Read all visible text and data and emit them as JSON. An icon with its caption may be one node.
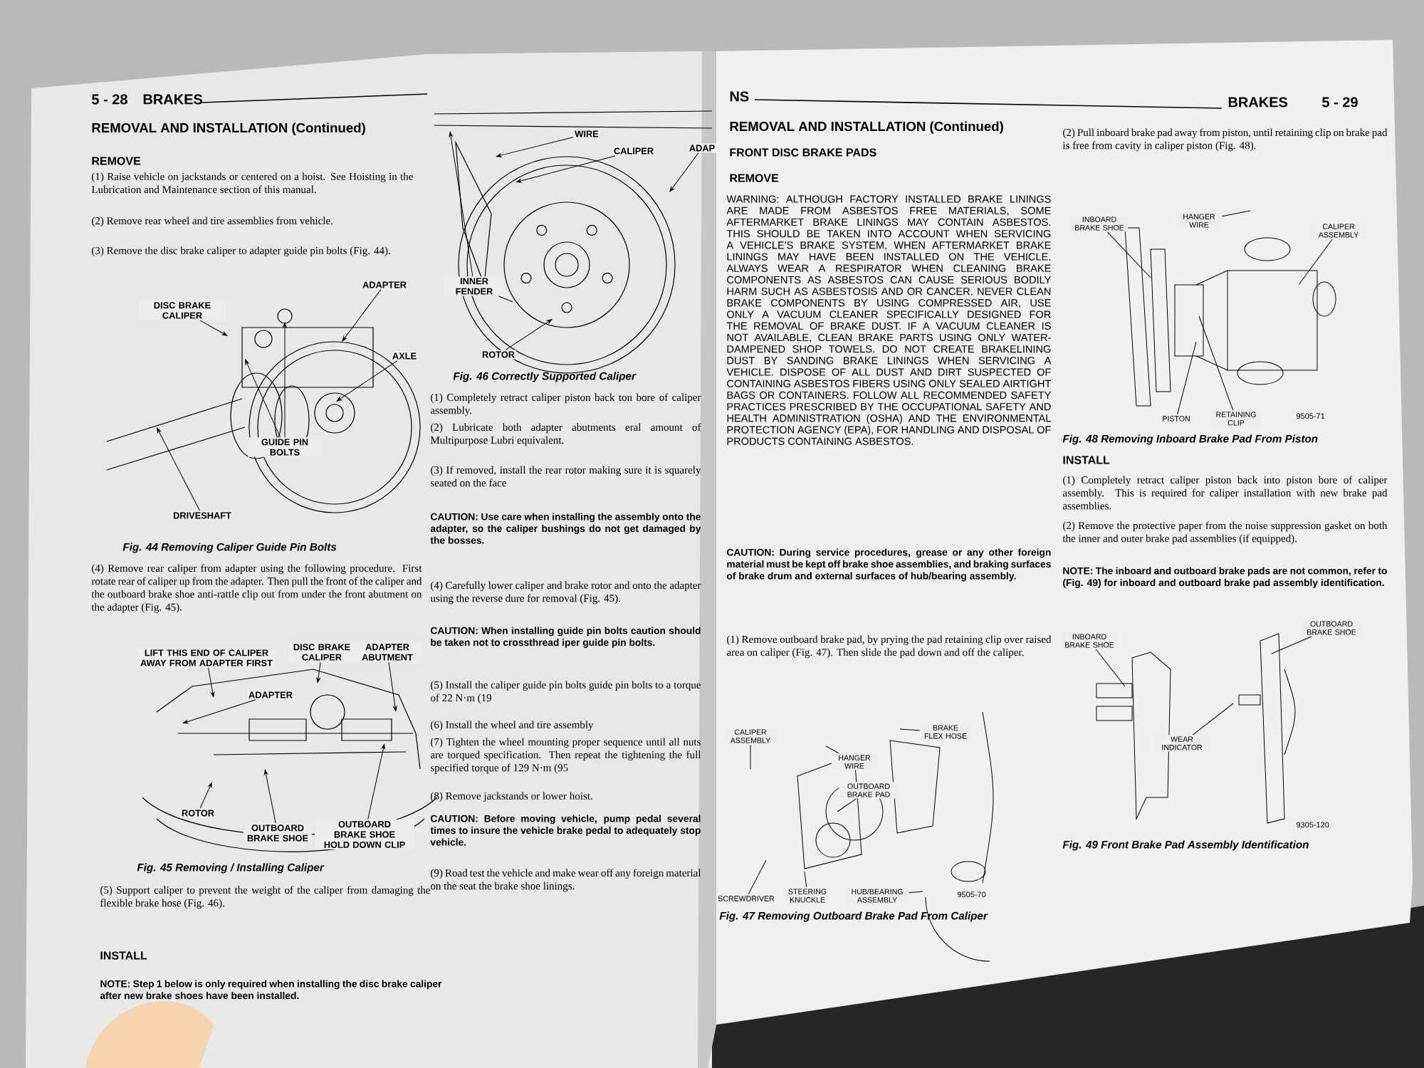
{
  "diagram": {
    "nodes": [
      {
        "text": [
          "DISC BRAKE CALIPER"
        ]
      },
      {
        "text": [
          "ADAPTER"
        ]
      },
      {
        "text": [
          "AXLE"
        ]
      },
      {
        "text": [
          "GUIDE PIN BOLTS"
        ]
      },
      {
        "text": [
          "DRIVESHAFT"
        ]
      },
      {
        "text": [
          "LIFT THIS END OF CALIPER AWAY FROM ADAPTER FIRST"
        ]
      },
      {
        "text": [
          "DISC BRAKE CALIPER"
        ]
      },
      {
        "text": [
          "ADAPTER ABUTMENT"
        ]
      },
      {
        "text": [
          "ADAPTER"
        ]
      },
      {
        "text": [
          "ROTOR"
        ]
      },
      {
        "text": [
          "OUTBOARD BRAKE SHOE"
        ]
      },
      {
        "text": [
          "OUTBOARD BRAKE SHOE HOLD DOWN CLIP"
        ]
      },
      {
        "text": [
          "WIRE"
        ]
      },
      {
        "text": [
          "CALIPER"
        ]
      },
      {
        "text": [
          "ADAP"
        ]
      },
      {
        "text": [
          "INNER FENDER"
        ]
      },
      {
        "text": [
          "ROTOR"
        ]
      },
      {
        "text": [
          "CALIPER ASSEMBLY"
        ]
      },
      {
        "text": [
          "BRAKE FLEX HOSE"
        ]
      },
      {
        "text": [
          "HANGER WIRE"
        ]
      },
      {
        "text": [
          "OUTBOARD BRAKE PAD"
        ]
      },
      {
        "text": [
          "SCREWDRIVER"
        ]
      },
      {
        "text": [
          "STEERING KNUCKLE"
        ]
      },
      {
        "text": [
          "HUB/BEARING ASSEMBLY"
        ]
      },
      {
        "text": [
          "INBOARD BRAKE SHOE"
        ]
      },
      {
        "text": [
          "HANGER WIRE"
        ]
      },
      {
        "text": [
          "CALIPER ASSEMBLY"
        ]
      },
      {
        "text": [
          "PISTON"
        ]
      },
      {
        "text": [
          "RETAINING CLIP"
        ]
      },
      {
        "text": [
          "INBOARD BRAKE SHOE"
        ]
      },
      {
        "text": [
          "OUTBOARD BRAKE SHOE"
        ]
      },
      {
        "text": [
          "WEAR INDICATOR"
        ]
      }
    ],
    "edges": [
      {
        "from": 0,
        "to": null,
        "arrow": "to"
      },
      {
        "from": 1,
        "to": null,
        "arrow": "to"
      },
      {
        "from": 2,
        "to": null,
        "arrow": "to"
      },
      {
        "from": 3,
        "to": null,
        "arrow": "to"
      },
      {
        "from": 3,
        "to": null,
        "arrow": "to"
      },
      {
        "from": 4,
        "to": null,
        "arrow": "to"
      },
      {
        "from": 5,
        "to": null,
        "arrow": "to"
      },
      {
        "from": 6,
        "to": null,
        "arrow": "to"
      },
      {
        "from": 7,
        "to": null,
        "arrow": "to"
      },
      {
        "from": 8,
        "to": null,
        "arrow": "to"
      },
      {
        "from": 9,
        "to": null,
        "arrow": "to"
      },
      {
        "from": 10,
        "to": null,
        "arrow": "to"
      },
      {
        "from": 11,
        "to": null,
        "arrow": "to"
      },
      {
        "from": 12,
        "to": null,
        "arrow": "to"
      },
      {
        "from": 13,
        "to": null,
        "arrow": "to"
      },
      {
        "from": 14,
        "to": null,
        "arrow": "to"
      },
      {
        "from": 15,
        "to": null,
        "arrow": "to"
      },
      {
        "from": 15,
        "to": null,
        "arrow": "none"
      },
      {
        "from": 16,
        "to": null,
        "arrow": "to"
      },
      {
        "from": 17,
        "to": null,
        "arrow": "none"
      },
      {
        "from": 18,
        "to": null,
        "arrow": "none"
      },
      {
        "from": 19,
        "to": null,
        "arrow": "none"
      },
      {
        "from": 20,
        "to": null,
        "arrow": "none"
      },
      {
        "from": 21,
        "to": null,
        "arrow": "none"
      },
      {
        "from": 22,
        "to": null,
        "arrow": "none"
      },
      {
        "from": 23,
        "to": null,
        "arrow": "none"
      },
      {
        "from": 24,
        "to": null,
        "arrow": "none"
      },
      {
        "from": 25,
        "to": null,
        "arrow": "none"
      },
      {
        "from": 26,
        "to": null,
        "arrow": "none"
      },
      {
        "from": 27,
        "to": null,
        "arrow": "none"
      },
      {
        "from": 28,
        "to": null,
        "arrow": "none"
      },
      {
        "from": 29,
        "to": null,
        "arrow": "none"
      },
      {
        "from": 30,
        "to": null,
        "arrow": "none"
      },
      {
        "from": 31,
        "to": null,
        "arrow": "none"
      }
    ],
    "labels": [
      "5 - 28",
      "BRAKES",
      "REMOVAL AND INSTALLATION (Continued)",
      "REMOVE",
      "(1) Raise vehicle on jackstands or centered on a hoist. See Hoisting in the Lubrication and Maintenance section of this manual.",
      "(2) Remove rear wheel and tire assemblies from vehicle.",
      "(3) Remove the disc brake caliper to adapter guide pin bolts (Fig. 44).",
      "Fig. 44 Removing Caliper Guide Pin Bolts",
      "(4) Remove rear caliper from adapter using the following procedure. First rotate rear of caliper up from the adapter. Then pull the front of the caliper and the outboard brake shoe anti-rattle clip out from under the front abutment on the adapter (Fig. 45).",
      "Fig. 45 Removing / Installing Caliper",
      "(5) Support caliper to prevent the weight of the caliper from damaging the flexible brake hose (Fig. 46).",
      "INSTALL",
      "NOTE: Step 1 below is only required when installing the disc brake caliper after new brake shoes have been installed.",
      "Fig. 46 Correctly Supported Caliper",
      "(1) Completely retract caliper piston back ton bore of caliper assembly.",
      "(2) Lubricate both adapter abutments eral amount of Multipurpose Lubri equivalent.",
      "(3) If removed, install the rear rotor making sure it is squarely seated on the face",
      "CAUTION: Use care when installing the assembly onto the adapter, so the caliper bushings do not get damaged by the bosses.",
      "(4) Carefully lower caliper and brake rotor and onto the adapter using the reverse dure for removal (Fig. 45).",
      "CAUTION: When installing guide pin bolts caution should be taken not to crossthread iper guide pin bolts.",
      "(5) Install the caliper guide pin bolts guide pin bolts to a torque of 22 N·m (19",
      "(6) Install the wheel and tire assembly",
      "(7) Tighten the wheel mounting proper sequence until all nuts are torqued specification. Then repeat the tightening the full specified torque of 129 N·m (95",
      "(8) Remove jackstands or lower hoist.",
      "CAUTION: Before moving vehicle, pump pedal several times to insure the vehicle brake pedal to adequately stop vehicle.",
      "(9) Road test the vehicle and make wear off any foreign material on the seat the brake shoe linings.",
      "NS",
      "REMOVAL AND INSTALLATION (Continued)",
      "FRONT DISC BRAKE PADS",
      "REMOVE",
      "WARNING: ALTHOUGH FACTORY INSTALLED BRAKE LININGS ARE MADE FROM ASBESTOS FREE MATERIALS, SOME AFTERMARKET BRAKE LININGS MAY CONTAIN ASBESTOS. THIS SHOULD BE TAKEN INTO ACCOUNT WHEN SERVICING A VEHICLE'S BRAKE SYSTEM, WHEN AFTERMARKET BRAKE LININGS MAY HAVE BEEN INSTALLED ON THE VEHICLE. ALWAYS WEAR A RESPIRATOR WHEN CLEANING BRAKE COMPONENTS AS ASBESTOS CAN CAUSE SERIOUS BODILY HARM SUCH AS ASBESTOSIS AND OR CANCER. NEVER CLEAN BRAKE COMPONENTS BY USING COMPRESSED AIR, USE ONLY A VACUUM CLEANER SPECIFICALLY DESIGNED FOR THE REMOVAL OF BRAKE DUST. IF A VACUUM CLEANER IS NOT AVAILABLE, CLEAN BRAKE PARTS USING ONLY WATER-DAMPENED SHOP TOWELS. DO NOT CREATE BRAKELINING DUST BY SANDING BRAKE LININGS WHEN SERVICING A VEHICLE. DISPOSE OF ALL DUST AND DIRT SUSPECTED OF CONTAINING ASBESTOS FIBERS USING ONLY SEALED AIRTIGHT BAGS OR CONTAINERS. FOLLOW ALL RECOMMENDED SAFETY PRACTICES PRESCRIBED BY THE OCCUPATIONAL SAFETY AND HEALTH ADMINISTRATION (OSHA) AND THE ENVIRONMENTAL PROTECTION AGENCY (EPA), FOR HANDLING AND DISPOSAL OF PRODUCTS CONTAINING ASBESTOS.",
      "CAUTION: During service procedures, grease or any other foreign material must be kept off brake shoe assemblies, and braking surfaces of brake drum and external surfaces of hub/bearing assembly.",
      "(1) Remove outboard brake pad, by prying the pad retaining clip over raised area on caliper (Fig. 47). Then slide the pad down and off the caliper.",
      "9505-70",
      "Fig. 47 Removing Outboard Brake Pad From Caliper",
      "BRAKES",
      "5 - 29",
      "(2) Pull inboard brake pad away from piston, until retaining clip on brake pad is free from cavity in caliper piston (Fig. 48).",
      "9505-71",
      "Fig. 48 Removing Inboard Brake Pad From Piston",
      "INSTALL",
      "(1) Completely retract caliper piston back into piston bore of caliper assembly. This is required for caliper installation with new brake pad assemblies.",
      "(2) Remove the protective paper from the noise suppression gasket on both the inner and outer brake pad assemblies (if equipped).",
      "NOTE: The inboard and outboard brake pads are not common, refer to (Fig. 49) for inboard and outboard brake pad assembly identification.",
      "9305-120",
      "Fig. 49 Front Brake Pad Assembly Identification"
    ]
  }
}
